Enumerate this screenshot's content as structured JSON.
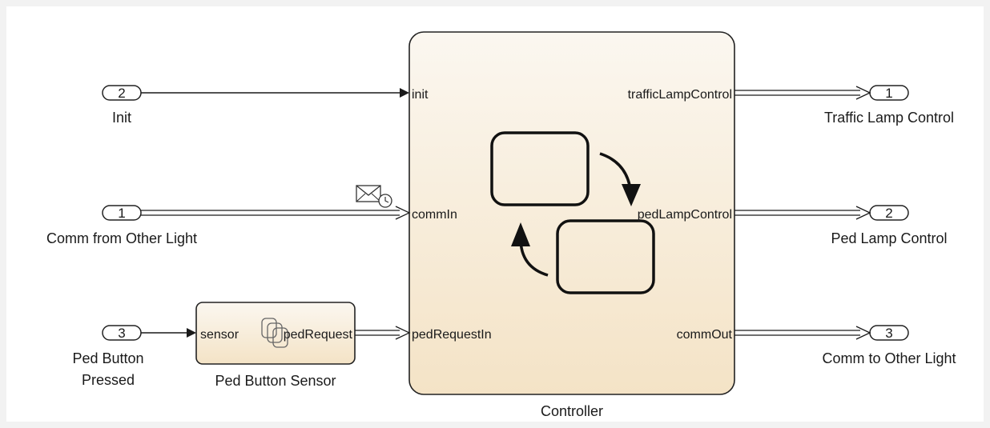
{
  "inports": [
    {
      "number": "2",
      "label": "Init"
    },
    {
      "number": "1",
      "label": "Comm from Other Light"
    },
    {
      "number": "3",
      "label_line1": "Ped Button",
      "label_line2": "Pressed"
    }
  ],
  "outports": [
    {
      "number": "1",
      "label": "Traffic Lamp Control"
    },
    {
      "number": "2",
      "label": "Ped Lamp Control"
    },
    {
      "number": "3",
      "label": "Comm to Other Light"
    }
  ],
  "sensor_block": {
    "name": "Ped Button Sensor",
    "input_port": "sensor",
    "output_port": "pedRequest"
  },
  "controller": {
    "name": "Controller",
    "inputs": [
      "init",
      "commIn",
      "pedRequestIn"
    ],
    "outputs": [
      "trafficLampControl",
      "pedLampControl",
      "commOut"
    ]
  },
  "icons": {
    "message": "message-envelope-icon",
    "chart": "stateflow-chart-icon",
    "subchart": "subchart-stack-icon"
  },
  "colors": {
    "block_fill_top": "#fbf6ee",
    "block_fill_bottom": "#f3e3c7",
    "line": "#1a1a1a"
  }
}
